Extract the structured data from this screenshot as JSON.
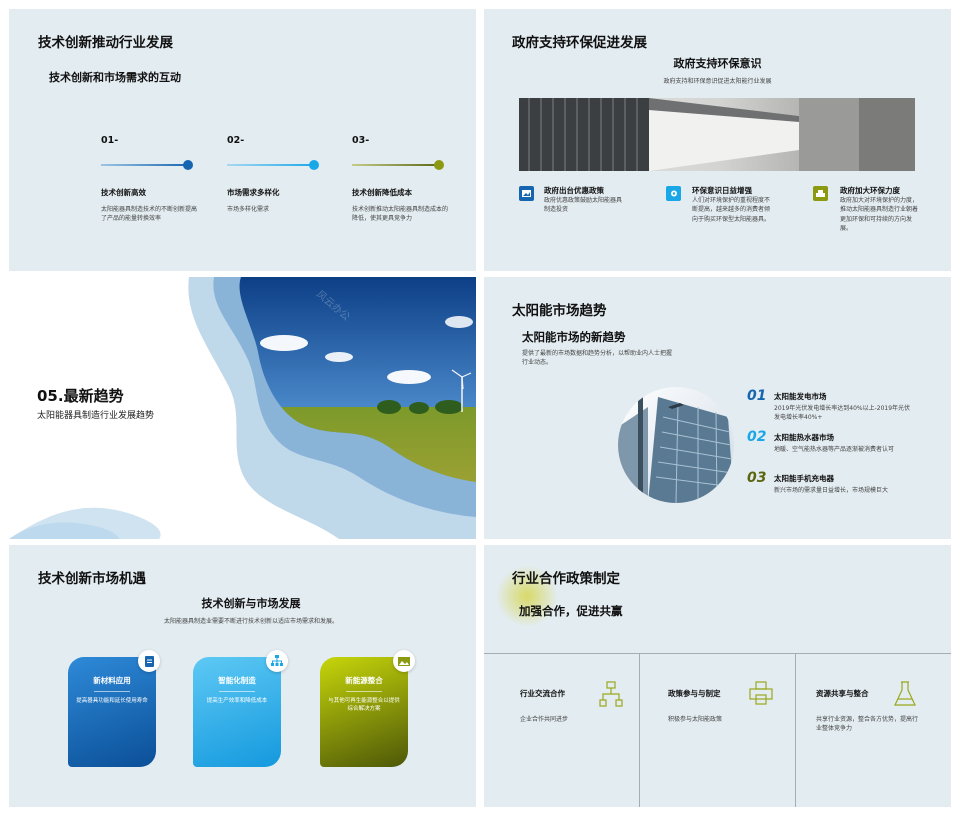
{
  "slide1": {
    "title": "技术创新推动行业发展",
    "subtitle": "技术创新和市场需求的互动",
    "steps": [
      {
        "num": "01-",
        "label": "技术创新高效",
        "text": "太阳能器具制造技术的不断创新提高了产品的能量转换效率"
      },
      {
        "num": "02-",
        "label": "市场需求多样化",
        "text": "市场多样化需求"
      },
      {
        "num": "03-",
        "label": "技术创新降低成本",
        "text": "技术创新推动太阳能器具制造成本的降低，使其更具竞争力"
      }
    ]
  },
  "slide2": {
    "title": "政府支持环保促进发展",
    "heading": "政府支持环保意识",
    "sub": "政府支持和环保意识促进太阳能行业发展",
    "items": [
      {
        "label": "政府出台优惠政策",
        "text": "政府优惠政策鼓励太阳能器具制造投资"
      },
      {
        "label": "环保意识日益增强",
        "text": "人们对环境保护的重视程度不断提高，越来越多的消费者倾向于购买环保型太阳能器具。"
      },
      {
        "label": "政府加大环保力度",
        "text": "政府加大对环境保护的力度，推动太阳能器具制造行业朝着更加环保和可持续的方向发展。"
      }
    ]
  },
  "slide3": {
    "title": "05.最新趋势",
    "sub": "太阳能器具制造行业发展趋势",
    "watermark": "风云办公"
  },
  "slide4": {
    "title": "太阳能市场趋势",
    "heading": "太阳能市场的新趋势",
    "sub": "提供了最新的市场数据和趋势分析，以帮助业内人士把握行业动态。",
    "items": [
      {
        "num": "01",
        "label": "太阳能发电市场",
        "text": "2019年光伏发电增长率达到40%以上-2019年光伏发电增长率40%+"
      },
      {
        "num": "02",
        "label": "太阳能热水器市场",
        "text": "地暖、空气能热水器等产品逐渐被消费者认可"
      },
      {
        "num": "03",
        "label": "太阳能手机充电器",
        "text": "新兴市场的需求量日益增长，市场规模巨大"
      }
    ]
  },
  "slide5": {
    "title": "技术创新市场机遇",
    "heading": "技术创新与市场发展",
    "sub": "太阳能器具制造业需要不断进行技术创新以适应市场需求和发展。",
    "cards": [
      {
        "label": "新材料应用",
        "text": "提高器具功能和延长使用寿命",
        "icon": "document-icon"
      },
      {
        "label": "智能化制造",
        "text": "提高生产效率和降低成本",
        "icon": "network-icon"
      },
      {
        "label": "新能源整合",
        "text": "与其他可再生能源整合以提供综合解决方案",
        "icon": "image-icon"
      }
    ]
  },
  "slide6": {
    "title": "行业合作政策制定",
    "heading": "加强合作，促进共赢",
    "cols": [
      {
        "label": "行业交流合作",
        "text": "企业合作共同进步",
        "icon": "flowchart-icon"
      },
      {
        "label": "政策参与与制定",
        "text": "积极参与太阳能政策",
        "icon": "printer-icon"
      },
      {
        "label": "资源共享与整合",
        "text": "共享行业资源，整合各方优势，提高行业整体竞争力",
        "icon": "flask-icon"
      }
    ]
  },
  "colors": {
    "slide_bg": "#e3ecf1",
    "blue_dark": "#1565b0",
    "blue_light": "#1aa7e8",
    "olive": "#8c9a12",
    "olive_dark": "#5a6610"
  }
}
